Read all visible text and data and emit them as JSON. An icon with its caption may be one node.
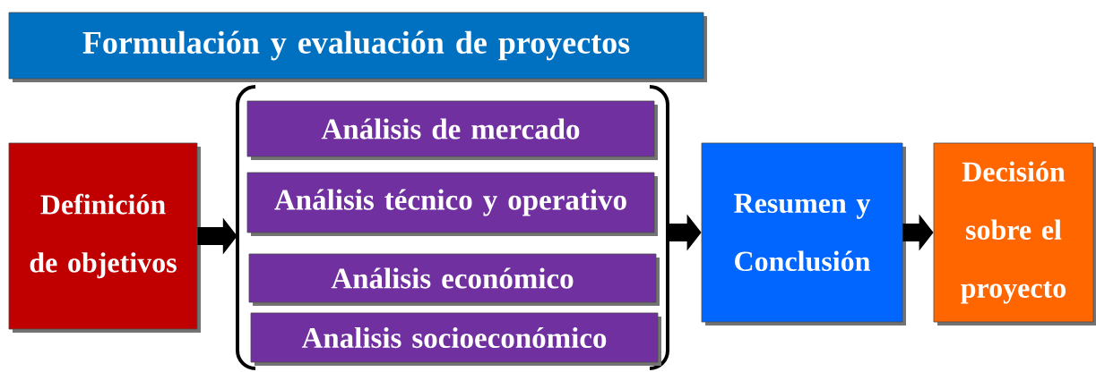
{
  "diagram": {
    "nodes": [
      {
        "text": [
          "Formulación y evaluación de proyectos"
        ]
      },
      {
        "text": [
          "Definición de objetivos"
        ]
      },
      {
        "text": [],
        "shape": "bracket"
      },
      {
        "text": [
          "Análisis de mercado"
        ],
        "in": 2
      },
      {
        "text": [
          "Análisis técnico y operativo"
        ],
        "in": 2
      },
      {
        "text": [
          "Análisis económico"
        ],
        "in": 2
      },
      {
        "text": [
          "Analisis socioeconómico"
        ],
        "in": 2
      },
      {
        "text": [
          "Resumen y Conclusión"
        ]
      },
      {
        "text": [
          "Decisión sobre el proyecto"
        ]
      }
    ],
    "edges": [
      {
        "from": 1,
        "to": 2,
        "arrow": "to"
      },
      {
        "from": 2,
        "to": 7,
        "arrow": "to"
      },
      {
        "from": 7,
        "to": 8,
        "arrow": "to"
      }
    ]
  }
}
